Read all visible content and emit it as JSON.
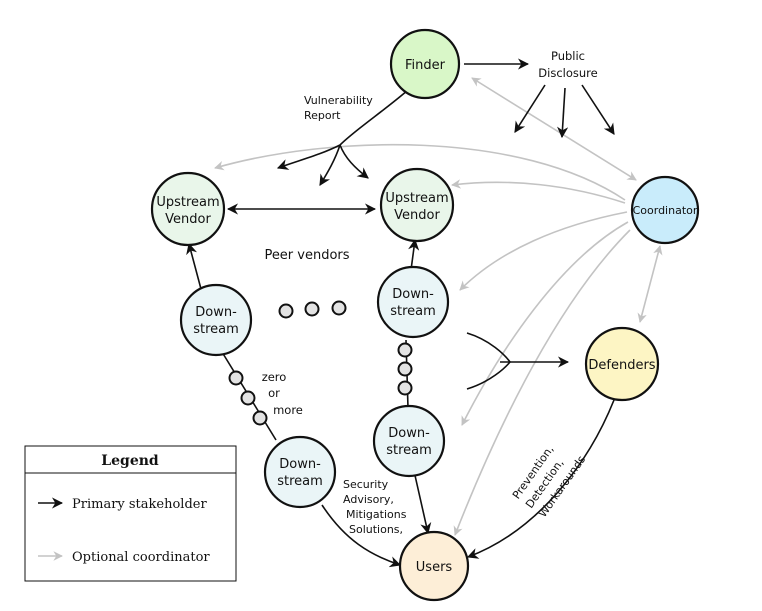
{
  "nodes": {
    "finder": "Finder",
    "coordinator": "Coordinator",
    "defenders": "Defenders",
    "users": "Users",
    "upstream_vendor_left": [
      "Upstream",
      "Vendor"
    ],
    "upstream_vendor_mid": [
      "Upstream",
      "Vendor"
    ],
    "downstream_left_top": [
      "Down-",
      "stream"
    ],
    "downstream_mid_top": [
      "Down-",
      "stream"
    ],
    "downstream_left_bottom": [
      "Down-",
      "stream"
    ],
    "downstream_mid_bottom": [
      "Down-",
      "stream"
    ]
  },
  "labels": {
    "public_disclosure": [
      "Public",
      "Disclosure"
    ],
    "vulnerability_report": [
      "Vulnerability",
      "Report"
    ],
    "peer_vendors": "Peer vendors",
    "zero_or_more": [
      "zero",
      "or",
      "more"
    ],
    "security_advisory": [
      "Security",
      "Advisory,",
      "Mitigations",
      "Solutions,"
    ],
    "prevention": [
      "Prevention,",
      "Detection,",
      "Workarounds"
    ]
  },
  "legend": {
    "title": "Legend",
    "primary": "Primary stakeholder",
    "optional": "Optional coordinator"
  },
  "colors": {
    "finder": "#d9f7c8",
    "coordinator": "#c9ecfb",
    "defenders": "#fdf5c4",
    "users": "#fdeed7",
    "vendor": "#e9f6ea",
    "downstream": "#eaf5f7",
    "primary_arrow": "#111111",
    "optional_arrow": "#c3c3c3"
  }
}
